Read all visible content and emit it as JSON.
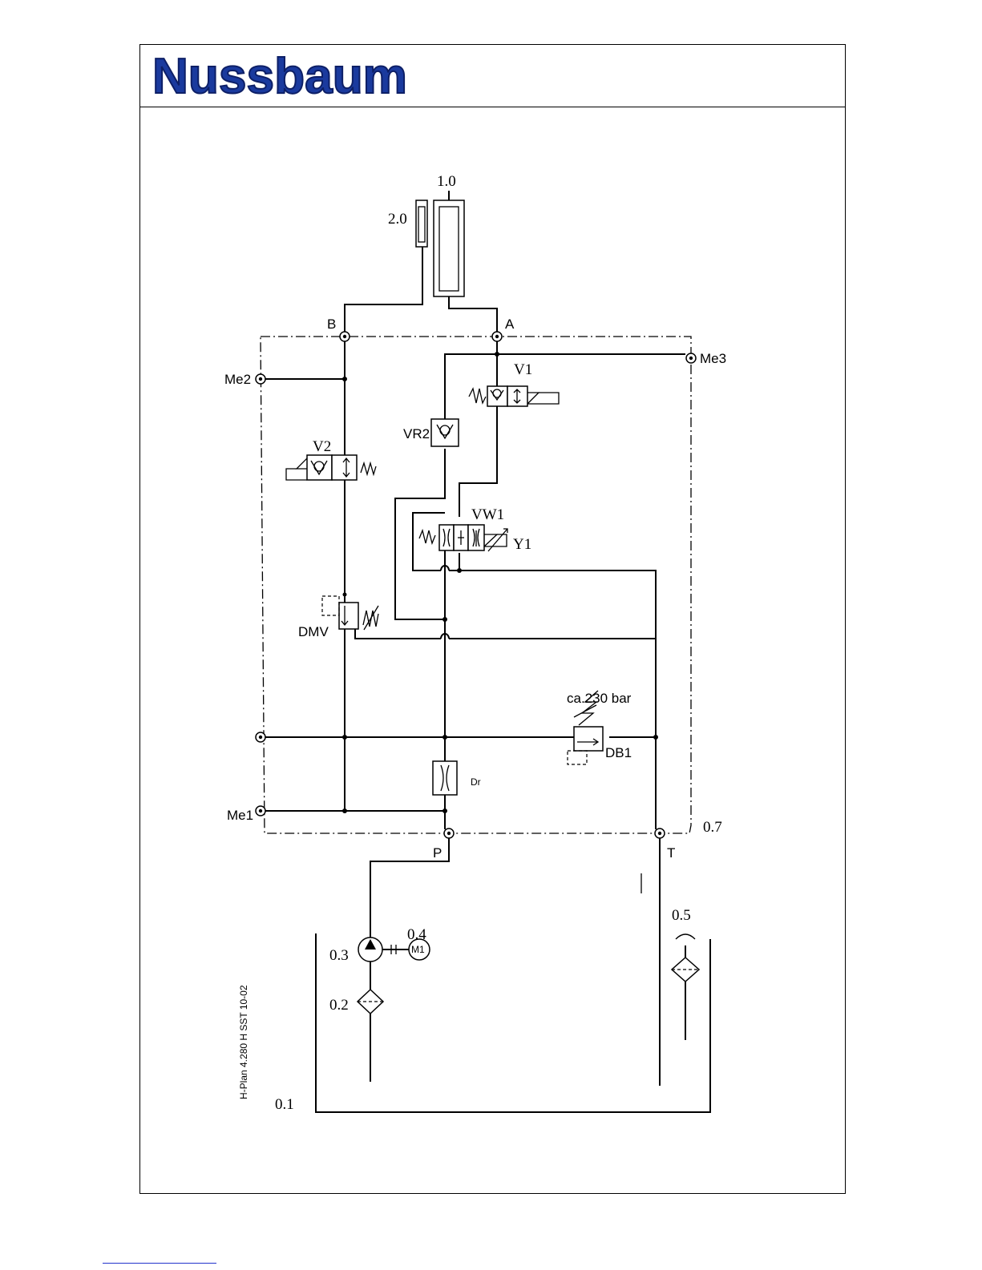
{
  "brand": {
    "logo_text": "Nussbaum",
    "logo_color": "#1a3a9e"
  },
  "drawing_id": "H-Plan 4.280 H SST 10-02",
  "components": {
    "cylinder_main": "1.0",
    "cylinder_secondary": "2.0",
    "valve_block": "0.7",
    "tank": "0.1",
    "suction_filter": "0.2",
    "pump": "0.3",
    "motor": "0.4",
    "motor_symbol": "M1",
    "breather_filter": "0.5"
  },
  "ports": {
    "a": "A",
    "b": "B",
    "p": "P",
    "t": "T"
  },
  "measure_points": {
    "me1": "Me1",
    "me2": "Me2",
    "me3": "Me3"
  },
  "valves": {
    "v1": "V1",
    "v2": "V2",
    "vr2": "VR2",
    "vw1": "VW1",
    "y1": "Y1",
    "dmv": "DMV",
    "db1": "DB1",
    "dr": "Dr"
  },
  "pressure_setting": "ca.230 bar"
}
